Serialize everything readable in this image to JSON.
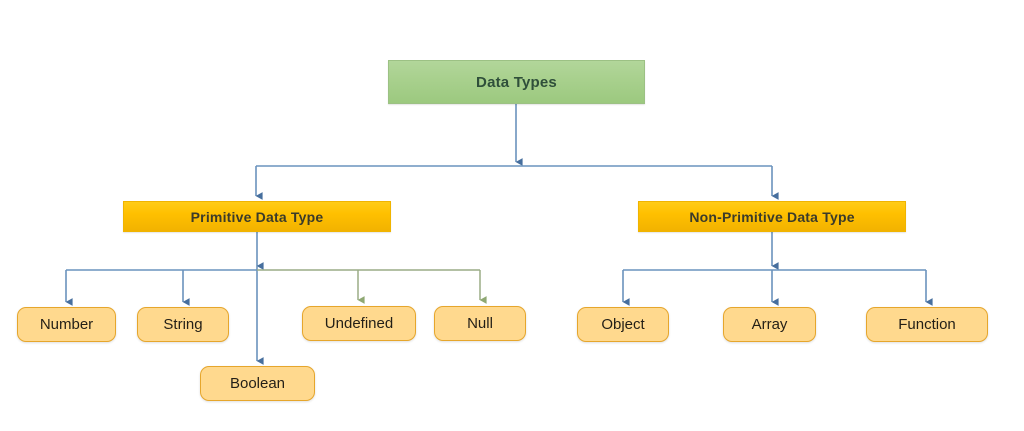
{
  "diagram": {
    "title": "Data Types",
    "type": "tree",
    "background": "#ffffff",
    "palette": {
      "root_fill": "#a8d08d",
      "root_text": "#2f4f3a",
      "category_fill": "#ffc000",
      "category_text": "#3b3b2a",
      "leaf_fill": "#ffd98e",
      "leaf_border": "#e6a62c",
      "leaf_text": "#231f17",
      "connector_blue": "#5b84b1",
      "connector_green": "#93a87b"
    },
    "root": {
      "label": "Data Types"
    },
    "categories": [
      {
        "label": "Primitive Data Type"
      },
      {
        "label": "Non-Primitive Data Type"
      }
    ],
    "primitive_leaves": [
      {
        "label": "Number",
        "connector": "blue"
      },
      {
        "label": "String",
        "connector": "blue"
      },
      {
        "label": "Boolean",
        "connector": "blue"
      },
      {
        "label": "Undefined",
        "connector": "green"
      },
      {
        "label": "Null",
        "connector": "green"
      }
    ],
    "non_primitive_leaves": [
      {
        "label": "Object",
        "connector": "blue"
      },
      {
        "label": "Array",
        "connector": "blue"
      },
      {
        "label": "Function",
        "connector": "blue"
      }
    ]
  }
}
